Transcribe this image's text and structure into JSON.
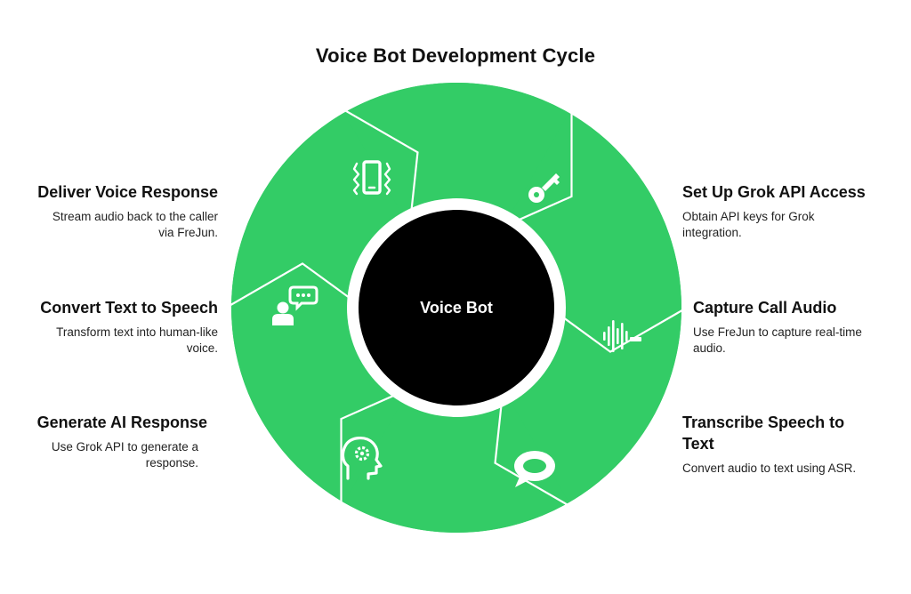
{
  "title": "Voice Bot Development Cycle",
  "center_label": "Voice Bot",
  "colors": {
    "segment": "#33cc66",
    "divider": "#ffffff",
    "hub": "#000000",
    "hub_ring": "#ffffff"
  },
  "steps": [
    {
      "title": "Set Up Grok API Access",
      "desc": "Obtain API keys for Grok integration.",
      "icon": "key-icon"
    },
    {
      "title": "Capture Call Audio",
      "desc": "Use FreJun to capture real-time audio.",
      "icon": "sound-wave-icon"
    },
    {
      "title": "Transcribe Speech to Text",
      "desc": "Convert audio to text using ASR.",
      "icon": "speech-bubble-icon"
    },
    {
      "title": "Generate AI Response",
      "desc": "Use Grok API to generate a response.",
      "icon": "brain-gear-icon"
    },
    {
      "title": "Convert Text to Speech",
      "desc": "Transform text into human-like voice.",
      "icon": "speaking-person-icon"
    },
    {
      "title": "Deliver Voice Response",
      "desc": "Stream audio back to the caller via FreJun.",
      "icon": "vibrating-phone-icon"
    }
  ]
}
